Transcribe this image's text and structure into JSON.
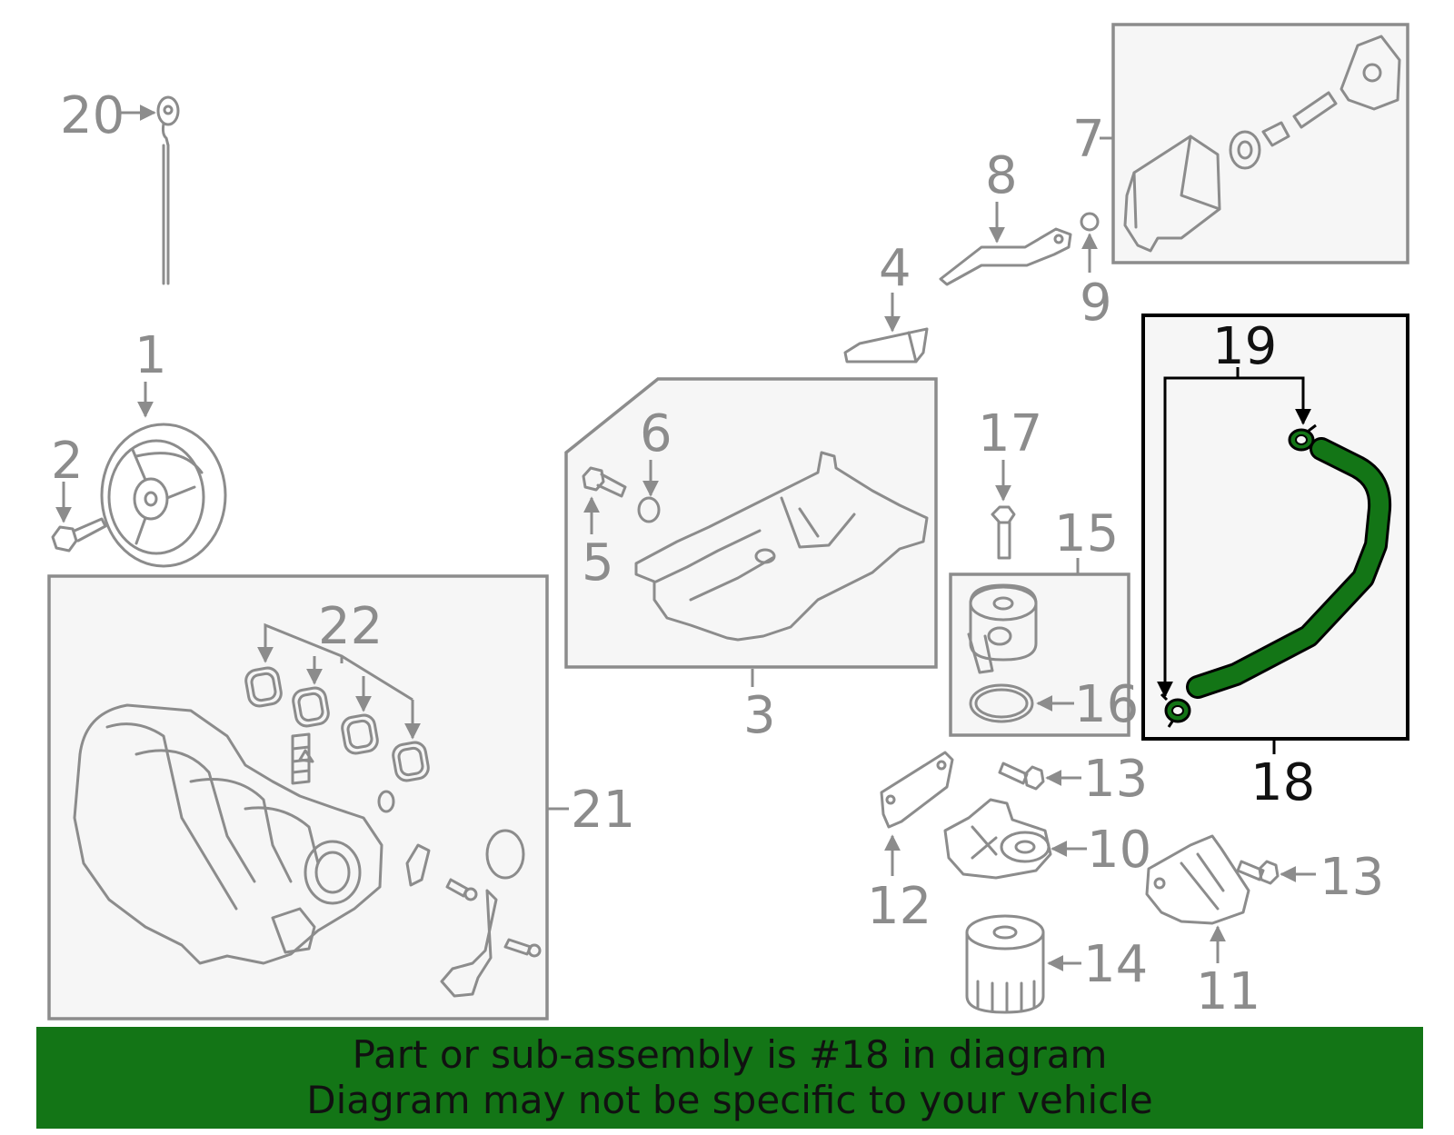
{
  "labels": {
    "p1": "1",
    "p2": "2",
    "p3": "3",
    "p4": "4",
    "p5": "5",
    "p6": "6",
    "p7": "7",
    "p8": "8",
    "p9": "9",
    "p10": "10",
    "p11": "11",
    "p12": "12",
    "p13a": "13",
    "p13b": "13",
    "p14": "14",
    "p15": "15",
    "p16": "16",
    "p17": "17",
    "p18": "18",
    "p19": "19",
    "p20": "20",
    "p21": "21",
    "p22": "22"
  },
  "highlight_part": "18",
  "colors": {
    "highlight": "#137516",
    "part_line": "#8c8c8c",
    "box_fill": "#f6f6f6",
    "highlight_outline": "#000000"
  },
  "footer": {
    "line1": "Part or sub-assembly is #18 in diagram",
    "line2": "Diagram may not be specific to your vehicle"
  }
}
